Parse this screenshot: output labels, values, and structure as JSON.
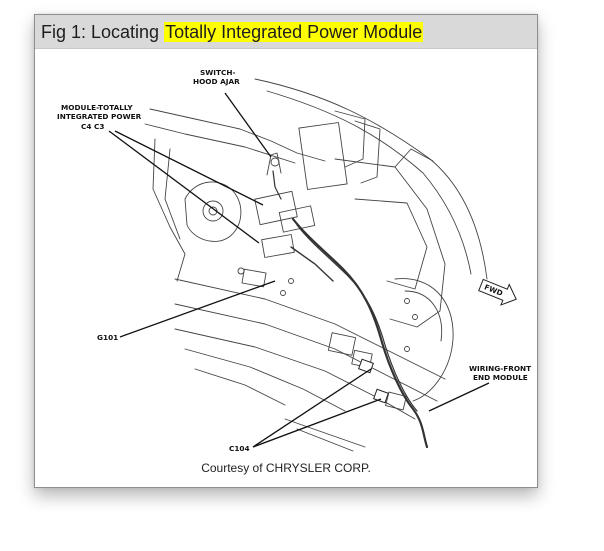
{
  "figure": {
    "title_prefix": "Fig 1: Locating ",
    "title_highlight": "Totally Integrated Power Module",
    "highlight_color": "#ffff00",
    "caption": "Courtesy of CHRYSLER CORP."
  },
  "labels": {
    "switch_line1": "SWITCH-",
    "switch_line2": "HOOD AJAR",
    "module_line1": "MODULE-TOTALLY",
    "module_line2": "INTEGRATED POWER",
    "module_line3": "C4  C3",
    "g101": "G101",
    "wiring_line1": "WIRING-FRONT",
    "wiring_line2": "END MODULE",
    "c104": "C104",
    "fwd": "FWD"
  }
}
